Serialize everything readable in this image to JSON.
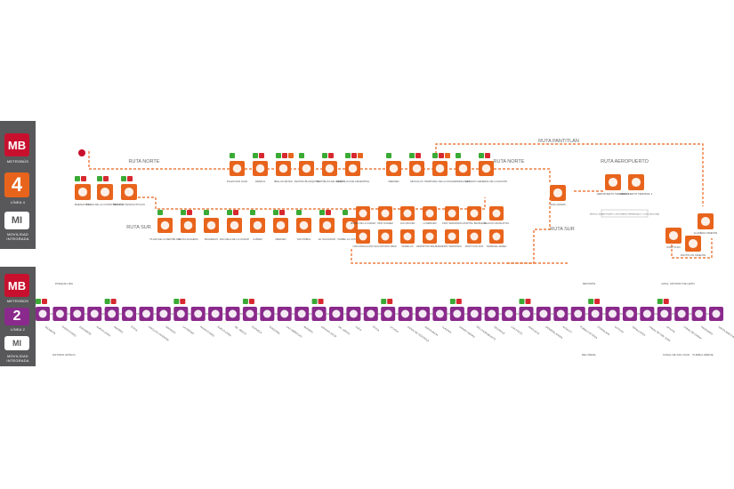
{
  "colors": {
    "line4": "#e8641c",
    "line2": "#8a2a8c",
    "metrobus_red": "#c8102e",
    "sidebar": "#58585a",
    "access_green": "#3aaa35",
    "access_red": "#d7282f",
    "route_dash": "#e8641c",
    "line2_track": "#999999"
  },
  "sidebar_top": {
    "logo": "MB",
    "metrobus": "METROBÚS",
    "line_number": "4",
    "line_label": "LÍNEA 4",
    "mi": "MI",
    "integrada": "MOVILIDAD INTEGRADA"
  },
  "sidebar_bottom": {
    "logo": "MB",
    "metrobus": "METROBÚS",
    "line_number": "2",
    "line_label": "LÍNEA 2",
    "mi": "MI",
    "integrada": "MOVILIDAD INTEGRADA"
  },
  "route_labels": {
    "norte_left": "RUTA NORTE",
    "sur_left": "RUTA SUR",
    "pantitlan": "RUTA PANTITLÁN",
    "norte_right": "RUTA NORTE",
    "aeropuerto": "RUTA AEROPUERTO",
    "sur_right": "RUTA SUR"
  },
  "line4": {
    "start": [
      "BUENAVISTA",
      "PLAZA DE LA CONSTITUCIÓN",
      "MÉXICO TENOCHTITLAN"
    ],
    "norte": [
      "PLAZA SAN JUAN",
      "ABARCA",
      "BELLAS ARTES",
      "TEATRO BLANQUITA",
      "REPÚBLICA DE CHILE",
      "REPÚBLICA DE ARGENTINA",
      "MERCED",
      "MIXCALCO",
      "TEMPORAL DE LA CIUDAD",
      "PERALVILLO",
      "ARCHIVO GENERAL DE LA NACIÓN"
    ],
    "sur": [
      "PLAZA DE LA REPÚBLICA",
      "REVILLAGIGEDO",
      "BALDERAS",
      "ESCUELA DE LA CIUDAD",
      "JUÁREZ",
      "MERCED",
      "SAN PABLO",
      "EL SALVADOR",
      "ISABEL LA CATÓLICA"
    ],
    "sur_east": [
      "MUSEO DE LA CIUDAD",
      "PINO SUÁREZ",
      "LAS CRUCES",
      "LA MERCED",
      "FRAY SERVANDO",
      "HOSPITAL BALBUENA",
      "PALACIO LEGISLATIVO",
      "CIRCUNVALACIÓN",
      "SAN ANTONIO ABAD",
      "MORELOS",
      "DEPORTIVO BALBUENA",
      "FRAY SERVANDO",
      "PANTITLÁN SUR",
      "TERMINAL AÉREA"
    ],
    "east": [
      "SAN LÁZARO",
      "AEROPUERTO TERMINAL 1",
      "AEROPUERTO TERMINAL 2",
      "PANTITLÁN",
      "ALAMEDA ORIENTE",
      "PANTITLÁN ORIENTE"
    ],
    "note": "SERVICIO DE AEROPUERTO CON HORARIO DIFERENCIADO Y COSTO ADICIONAL"
  },
  "line2": {
    "stations": [
      "TACUBAYA",
      "PATRIOTISMO",
      "ESCANDÓN",
      "NUEVO LEÓN",
      "AMORES",
      "ÉTICA",
      "CIRCUITO INTERIOR",
      "NAPOLES",
      "LA PIEDAD",
      "PATRIOTISMO",
      "NUEVO LEÓN",
      "DR. VÉRTIZ",
      "ESCUELA",
      "DIAGONAL",
      "LAS AMÉRICAS",
      "AMORES",
      "CENTRO SCOP",
      "DR. VÉRTIZ",
      "XOLA",
      "ÉTICA",
      "LA VIGA",
      "CANAL DE TEZONTLE",
      "SANTA ANITA",
      "TLALPAN",
      "GOMEZ FARÍAS",
      "RÍO CHURUBUSCO",
      "TEZONTLE",
      "LOS PICOS",
      "APATLACO",
      "GENERAL ANAYA",
      "ACULCO",
      "PUEBLO AZTECA",
      "IZTAPALAPA",
      "COYUYA",
      "TEPALCATES",
      "CANAL DE SAN JUAN",
      "UPIICSA",
      "CANAL DE GARAY",
      "HANGARES",
      "SANTA MARTHA"
    ],
    "top_labels": [
      "PARQUE LIRA",
      "REVISIÓN",
      "GRAL. ANTONIO DE LEÓN"
    ],
    "bottom_labels": [
      "ESTADIO AZTECA",
      "DEL PERAL",
      "CANAL DE SAN JUAN",
      "PUEBLA HÉROE"
    ]
  }
}
